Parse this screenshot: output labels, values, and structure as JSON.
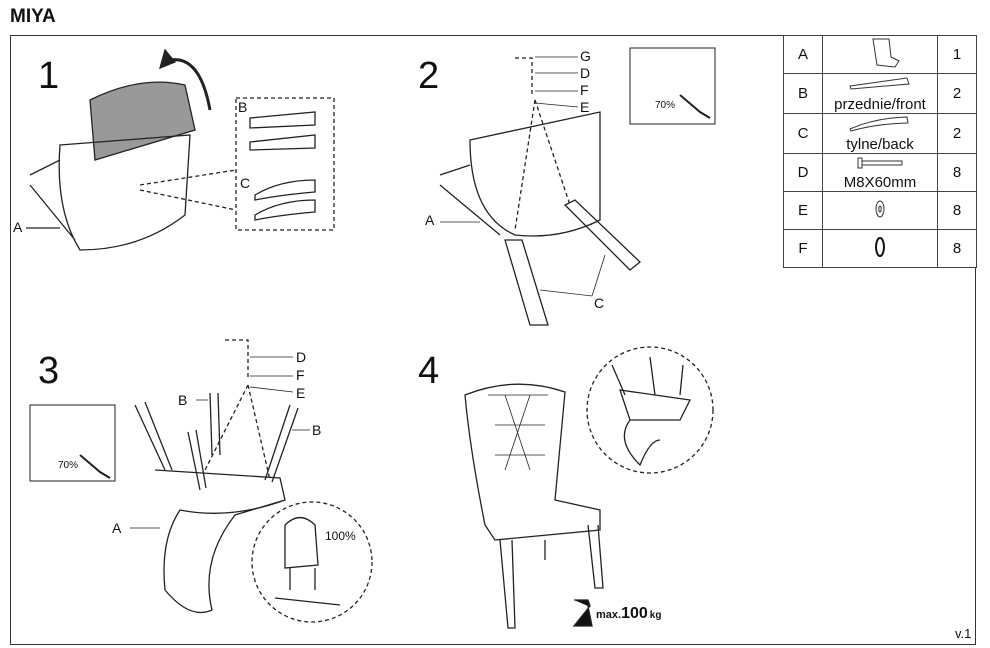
{
  "title": "MIYA",
  "version": "v.1",
  "parts": [
    {
      "letter": "A",
      "caption": "",
      "qty": "1",
      "icon": "chair-icon"
    },
    {
      "letter": "B",
      "caption": "przednie/front",
      "qty": "2",
      "icon": "front-leg-icon"
    },
    {
      "letter": "C",
      "caption": "tylne/back",
      "qty": "2",
      "icon": "back-leg-icon"
    },
    {
      "letter": "D",
      "caption": "M8X60mm",
      "qty": "8",
      "icon": "bolt-icon"
    },
    {
      "letter": "E",
      "caption": "",
      "qty": "8",
      "icon": "washer-icon"
    },
    {
      "letter": "F",
      "caption": "",
      "qty": "8",
      "icon": "spring-washer-icon"
    }
  ],
  "steps": {
    "s1": {
      "num": "1",
      "labels": {
        "b": "B",
        "c": "C",
        "a": "A"
      }
    },
    "s2": {
      "num": "2",
      "labels": {
        "g": "G",
        "d": "D",
        "f": "F",
        "e": "E",
        "a": "A",
        "c": "C"
      },
      "torque": "70%"
    },
    "s3": {
      "num": "3",
      "labels": {
        "d": "D",
        "f": "F",
        "e": "E",
        "b1": "B",
        "b2": "B",
        "a": "A"
      },
      "torque": "70%",
      "final": "100%"
    },
    "s4": {
      "num": "4",
      "max_prefix": "max.",
      "max_value": "100",
      "max_unit": "kg"
    }
  }
}
